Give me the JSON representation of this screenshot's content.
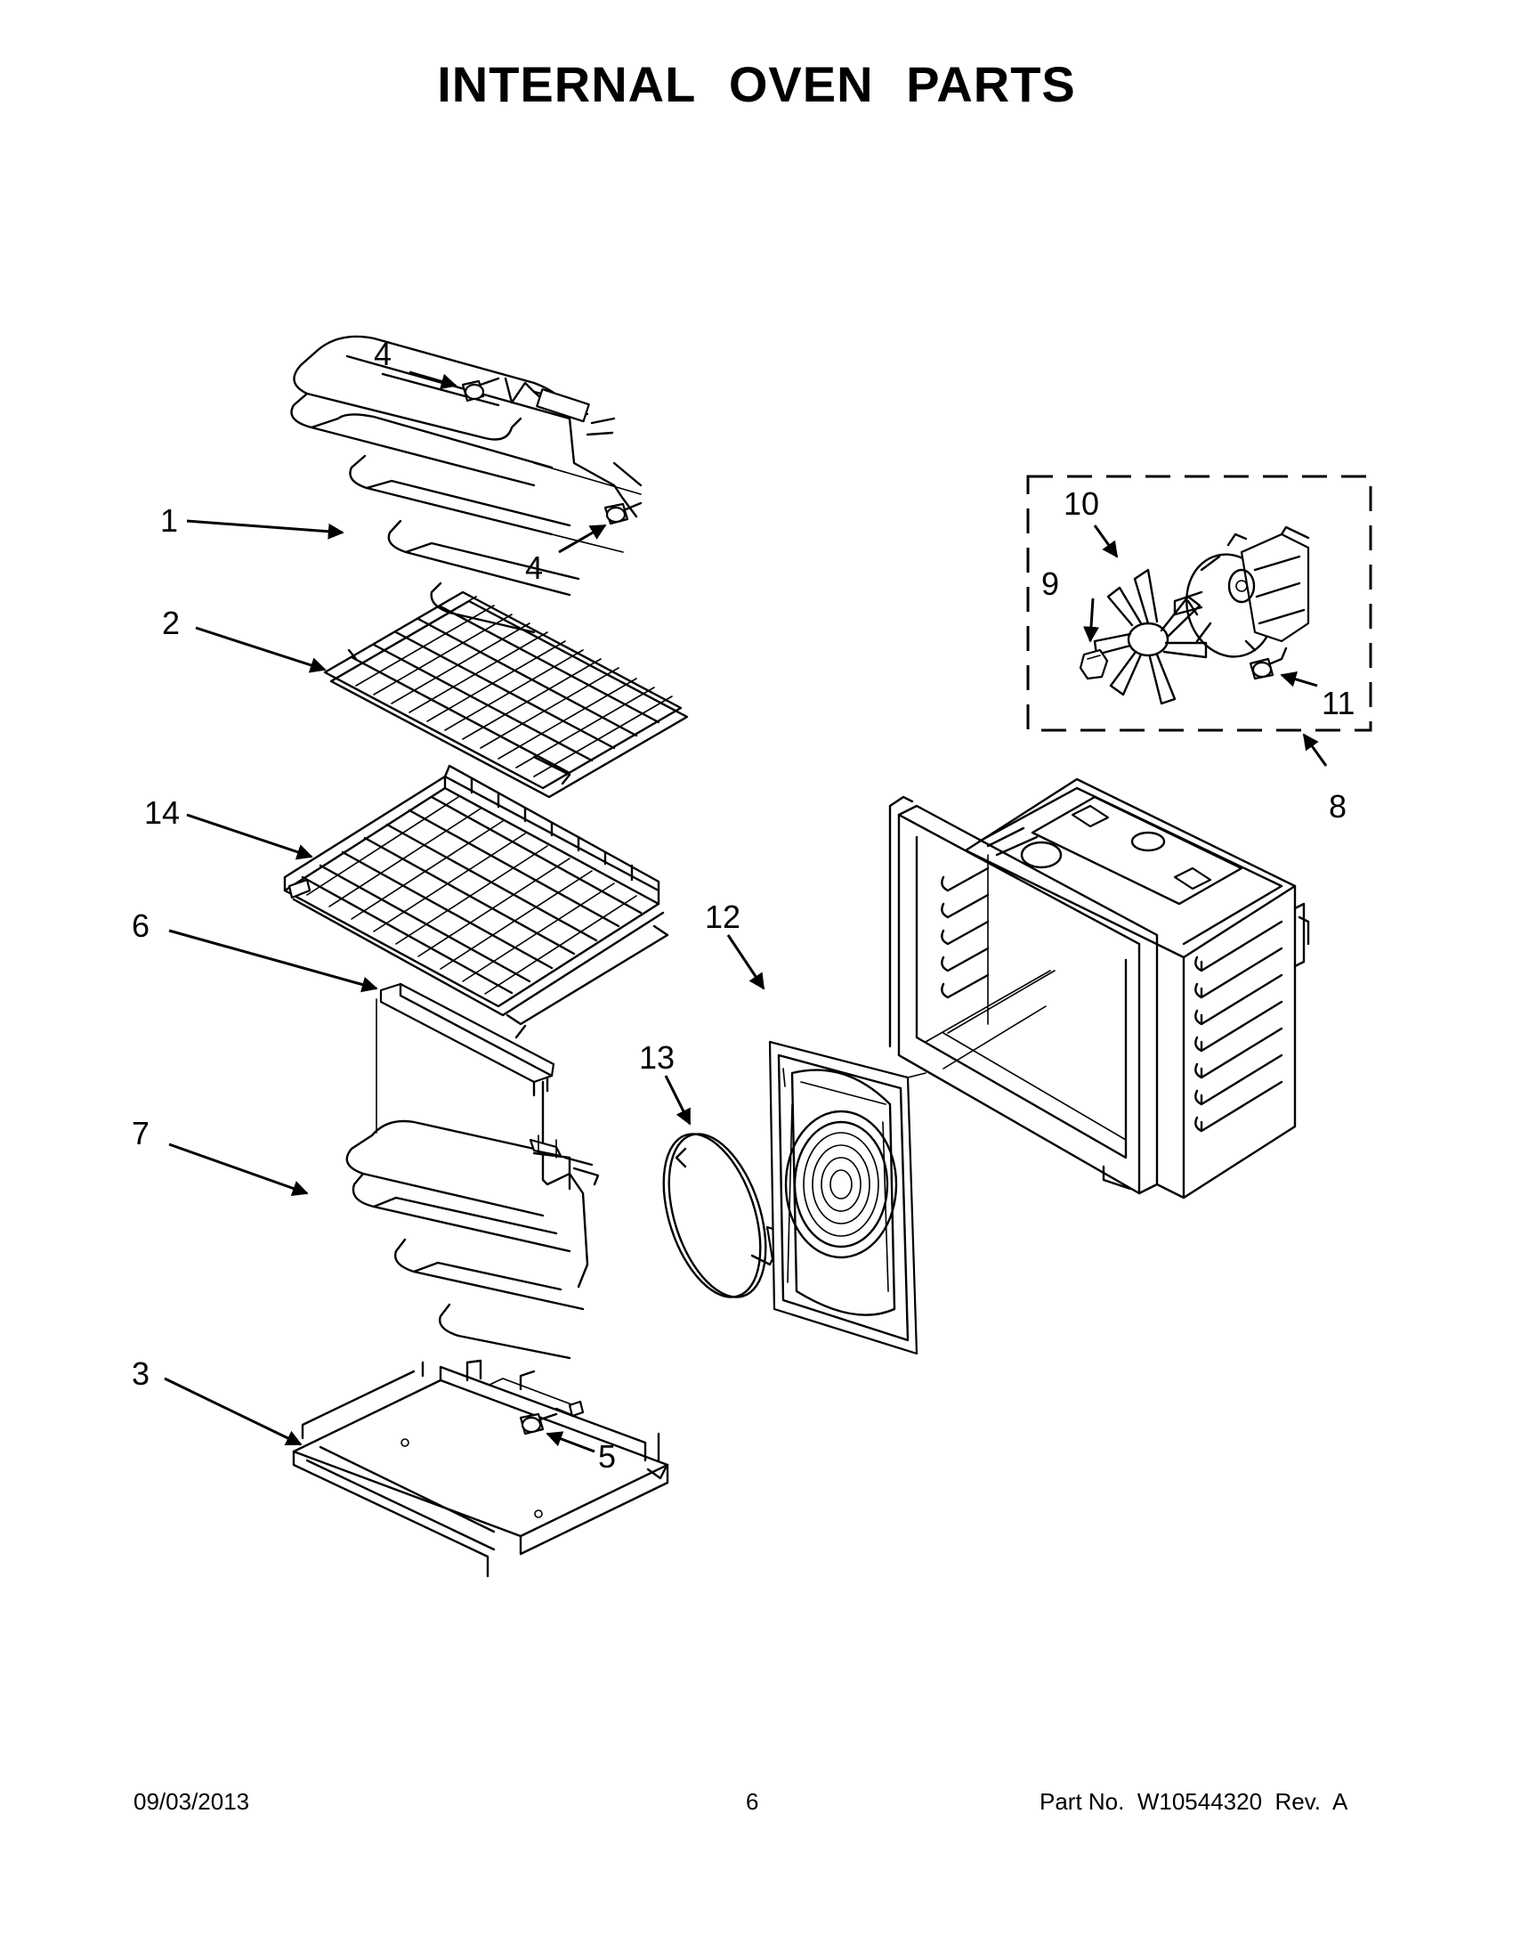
{
  "title": "INTERNAL OVEN PARTS",
  "title_words": [
    "INTERNAL",
    "OVEN",
    "PARTS"
  ],
  "callouts": {
    "c1": "1",
    "c2": "2",
    "c3": "3",
    "c4a": "4",
    "c4b": "4",
    "c5": "5",
    "c6": "6",
    "c7": "7",
    "c8": "8",
    "c9": "9",
    "c10": "10",
    "c11": "11",
    "c12": "12",
    "c13": "13",
    "c14": "14"
  },
  "footer": {
    "date": "09/03/2013",
    "page": "6",
    "part_no": "Part No.  W10544320  Rev.  A"
  }
}
